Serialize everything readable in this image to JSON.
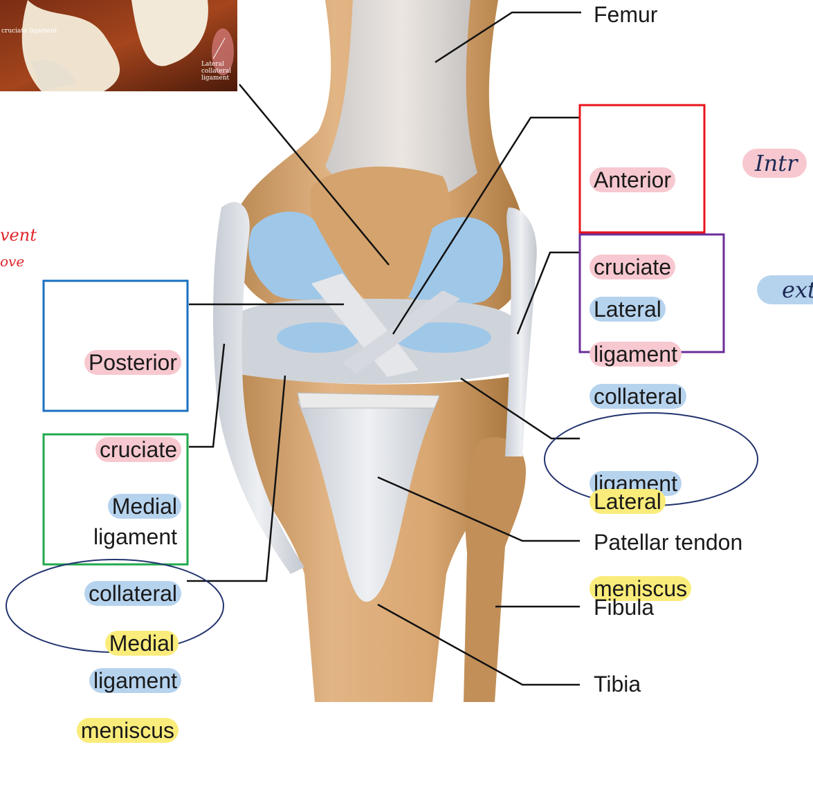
{
  "photo": {
    "label_cruciate": "cruciate ligament",
    "label_lateral_collateral": "Lateral\ncollateral\nligament"
  },
  "labels": {
    "femur": "Femur",
    "anterior_cruciate": [
      "Anterior",
      "cruciate",
      "ligament"
    ],
    "lateral_collateral": [
      "Lateral",
      "collateral",
      "ligament"
    ],
    "posterior_cruciate": [
      "Posterior",
      "cruciate",
      "ligament"
    ],
    "medial_collateral": [
      "Medial",
      "collateral",
      "ligament"
    ],
    "lateral_meniscus": [
      "Lateral",
      "meniscus"
    ],
    "medial_meniscus": [
      "Medial",
      "meniscus"
    ],
    "patellar_tendon": "Patellar tendon",
    "fibula": "Fibula",
    "tibia": "Tibia"
  },
  "handwriting": {
    "intra": "Intr",
    "extra": "extra",
    "left_1": "vent",
    "left_2": "ove"
  },
  "colors": {
    "ink_red": "#e0242a",
    "ink_navy": "#1c2a55",
    "highlight_pink": "#f7c8cf",
    "highlight_blue": "#b6d3ee",
    "highlight_yellow": "#faec7a",
    "box_red": "#e8131b",
    "box_purple": "#6a2c9a",
    "box_blue": "#1a6fc0",
    "box_green": "#22a84c",
    "ellipse": "#23346f",
    "bone": "#d7a874",
    "ligament": "#d9dde3",
    "cartilage": "#9cc4e6",
    "leader": "#111111"
  }
}
